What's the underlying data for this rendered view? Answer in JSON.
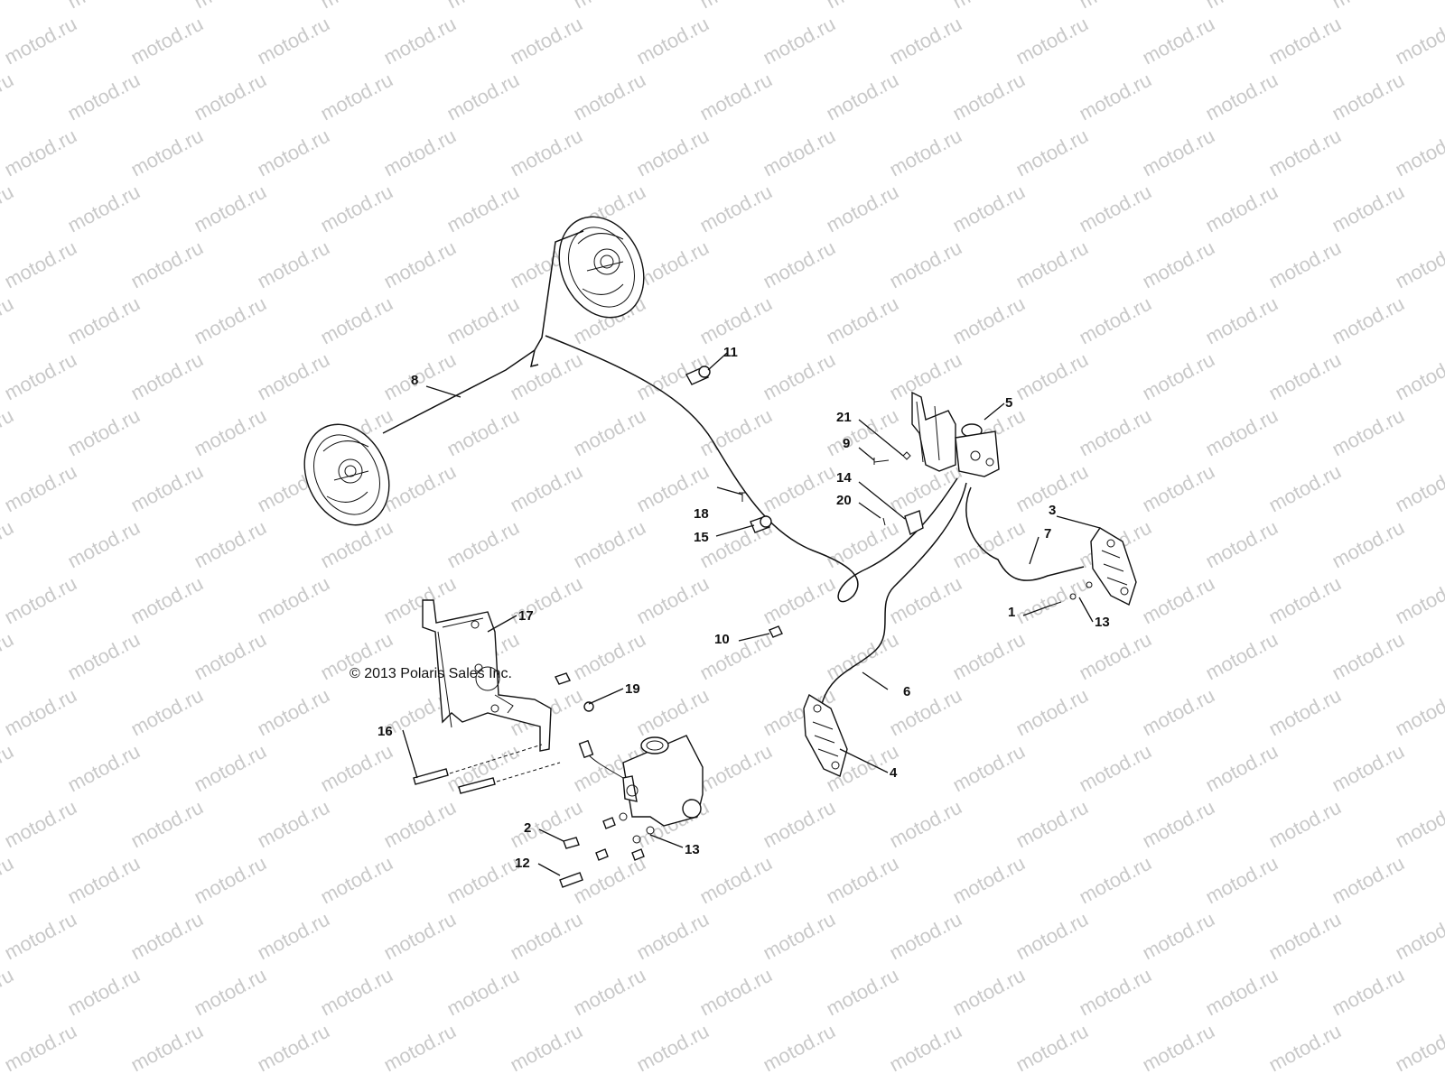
{
  "watermark": "motod.ru",
  "copyright": "© 2013 Polaris Sales Inc.",
  "callouts": [
    "1",
    "2",
    "3",
    "4",
    "5",
    "6",
    "7",
    "8",
    "9",
    "10",
    "11",
    "12",
    "13",
    "13",
    "14",
    "15",
    "16",
    "17",
    "18",
    "19",
    "20",
    "21"
  ],
  "colors": {
    "line": "#111111",
    "watermark": "#c9c9c9",
    "background": "#ffffff"
  }
}
